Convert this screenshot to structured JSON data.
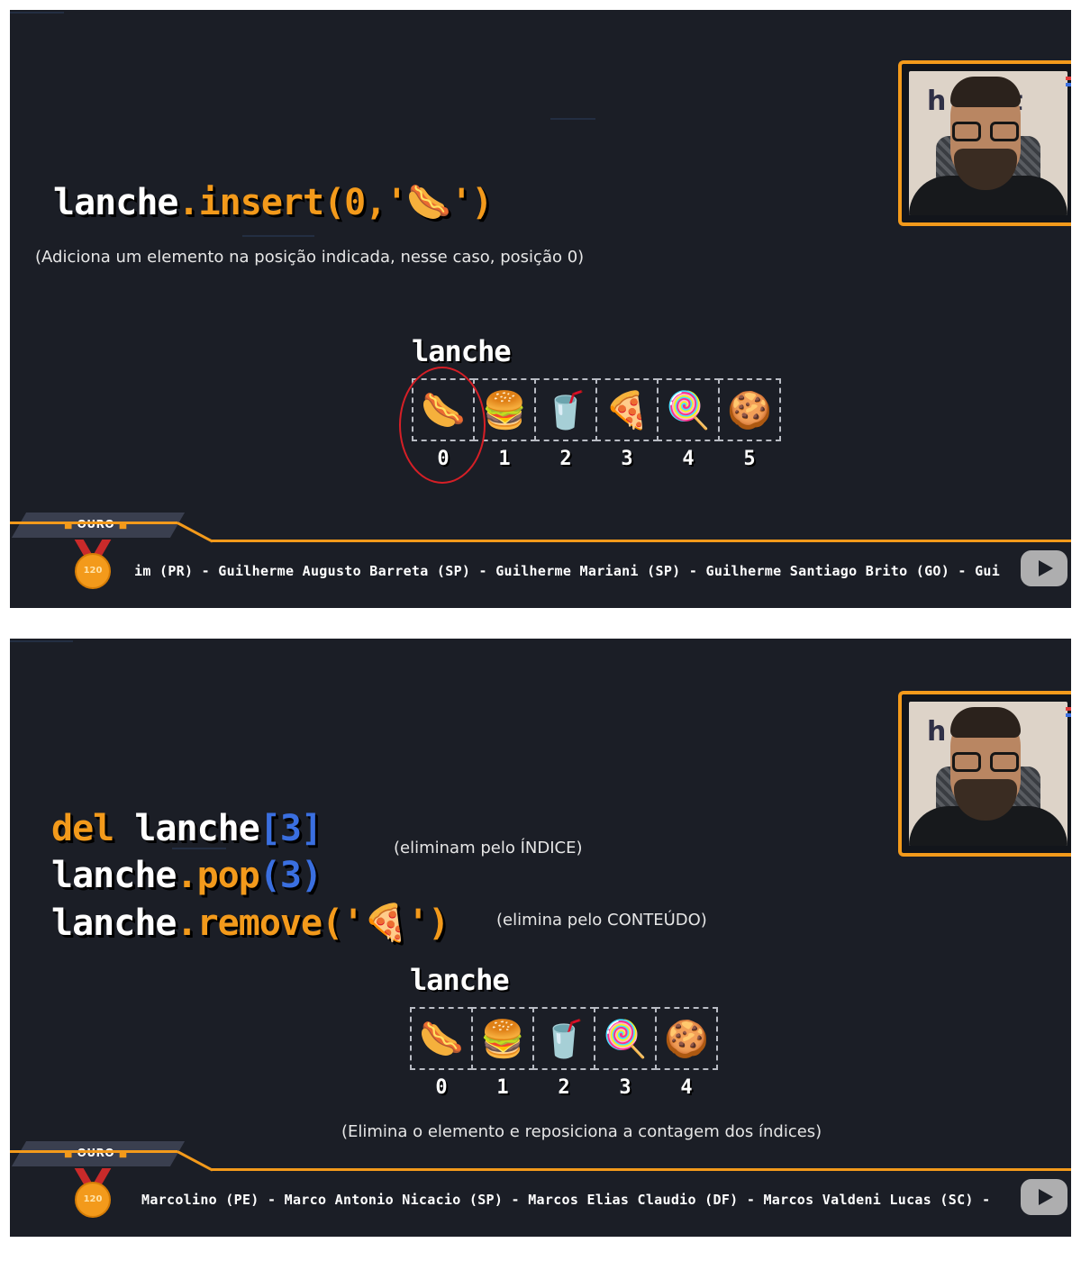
{
  "slide1": {
    "code": {
      "object": "lanche",
      "dot": ".",
      "method": "insert",
      "args": "(0,'🌭')"
    },
    "caption": "(Adiciona um elemento na posição indicada, nesse caso, posição 0)",
    "array_title": "lanche",
    "items": [
      {
        "emoji": "🌭",
        "index": "0"
      },
      {
        "emoji": "🍔",
        "index": "1"
      },
      {
        "emoji": "🥤",
        "index": "2"
      },
      {
        "emoji": "🍕",
        "index": "3"
      },
      {
        "emoji": "🍭",
        "index": "4"
      },
      {
        "emoji": "🍪",
        "index": "5"
      }
    ],
    "tier": "OURO",
    "medal": "120",
    "ticker": "im (PR) - Guilherme Augusto Barreta (SP) - Guilherme Mariani (SP) - Guilherme Santiago Brito (GO) - Gui"
  },
  "slide2": {
    "line1": {
      "kw": "del",
      "object": "lanche",
      "index": "[3]"
    },
    "line2": {
      "object": "lanche",
      "dot": ".",
      "method": "pop",
      "args": "(3)"
    },
    "line3": {
      "object": "lanche",
      "dot": ".",
      "method": "remove",
      "args": "('🍕')"
    },
    "caption_index": "(eliminam pelo ÍNDICE)",
    "caption_content": "(elimina pelo CONTEÚDO)",
    "array_title": "lanche",
    "items": [
      {
        "emoji": "🌭",
        "index": "0"
      },
      {
        "emoji": "🍔",
        "index": "1"
      },
      {
        "emoji": "🥤",
        "index": "2"
      },
      {
        "emoji": "🍭",
        "index": "3"
      },
      {
        "emoji": "🍪",
        "index": "4"
      }
    ],
    "caption_bottom": "(Elimina o elemento e reposiciona a contagem dos índices)",
    "tier": "OURO",
    "medal": "120",
    "ticker": "Marcolino (PE) - Marco Antonio Nicacio (SP) - Marcos Elias Claudio (DF) - Marcos Valdeni Lucas (SC) -"
  },
  "colors": {
    "background": "#1b1e26",
    "accent": "#f39a1b",
    "blue": "#3a6fe0",
    "highlight": "#d61f26"
  }
}
